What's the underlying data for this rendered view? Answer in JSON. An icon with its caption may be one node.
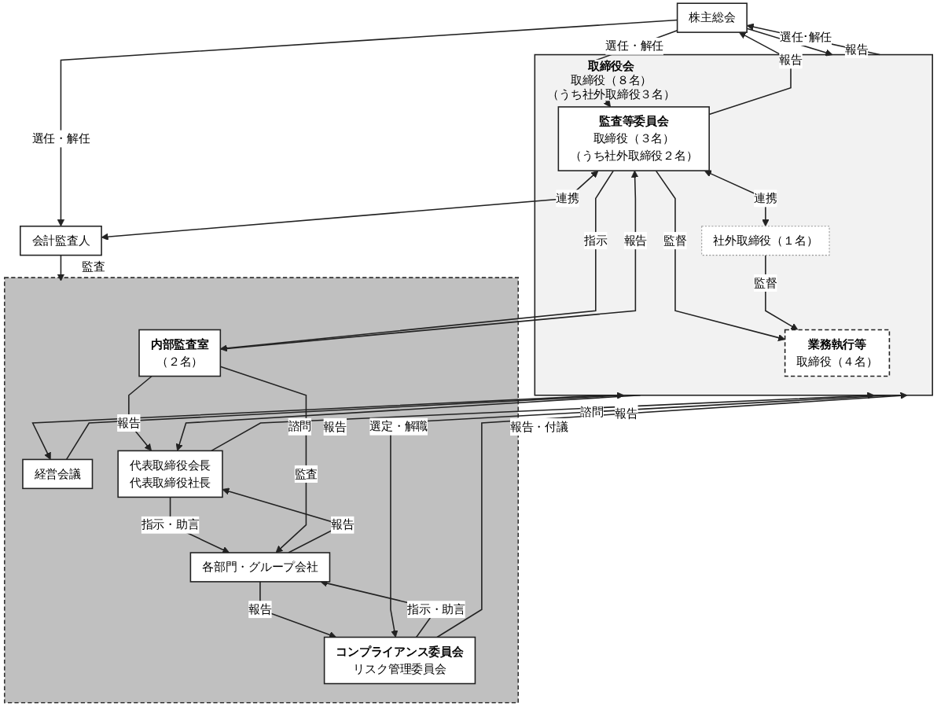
{
  "diagram": {
    "nodes": [
      {
        "text": [
          "株主総会"
        ]
      },
      {
        "text": [],
        "shape": "box"
      },
      {
        "text": [
          "取締役会",
          "取締役（８名）",
          "（うち社外取締役３名）"
        ]
      },
      {
        "text": [
          "業務執行等",
          "取締役（４名）"
        ],
        "in": 2
      },
      {
        "text": [
          "監査等委員会",
          "取締役（３名）",
          "（うち社外取締役２名）"
        ],
        "in": 2
      },
      {
        "text": [
          "会計監査人"
        ]
      },
      {
        "text": [
          "社外取締役（１名）"
        ],
        "in": 2
      },
      {
        "text": [
          "経営会議"
        ],
        "in": 1
      },
      {
        "text": [
          "代表取締役会長",
          "代表取締役社長"
        ],
        "in": 1
      },
      {
        "text": [
          "内部監査室",
          "（２名）"
        ],
        "in": 1
      },
      {
        "text": [
          "コンプライアンス委員会",
          "リスク管理委員会"
        ],
        "in": 1
      },
      {
        "text": [
          "各部門・グループ会社"
        ],
        "in": 1
      }
    ],
    "edges": [
      {
        "from": 0,
        "to": 2,
        "arrow": "to",
        "label": "選任･解任"
      },
      {
        "from": 2,
        "to": 0,
        "arrow": "to",
        "label": "報告"
      },
      {
        "from": 0,
        "to": 4,
        "arrow": "to",
        "label": "選任・解任"
      },
      {
        "from": 4,
        "to": 0,
        "arrow": "to",
        "label": "報告"
      },
      {
        "from": 0,
        "to": 5,
        "arrow": "to",
        "label": "選任・解任"
      },
      {
        "from": 4,
        "to": 3,
        "arrow": "to",
        "label": "監督"
      },
      {
        "from": 4,
        "to": 5,
        "arrow": "both",
        "label": "連携"
      },
      {
        "from": 4,
        "to": 9,
        "arrow": "to",
        "label": "指示"
      },
      {
        "from": 9,
        "to": 4,
        "arrow": "to",
        "label": "報告"
      },
      {
        "from": 4,
        "to": 6,
        "arrow": "both",
        "label": "連携"
      },
      {
        "from": 6,
        "to": 3,
        "arrow": "to",
        "label": "監督"
      },
      {
        "from": 2,
        "to": 7,
        "arrow": "to",
        "label": "諮問"
      },
      {
        "from": 7,
        "to": 2,
        "arrow": "to",
        "label": "報告"
      },
      {
        "from": 2,
        "to": 8,
        "arrow": "to",
        "label": "選定・解職"
      },
      {
        "from": 8,
        "to": 2,
        "arrow": "to",
        "label": "報告・付議"
      },
      {
        "from": 9,
        "to": 8,
        "arrow": "to",
        "label": "報告"
      },
      {
        "from": 5,
        "to": 1,
        "arrow": "to",
        "label": "監査"
      },
      {
        "from": 2,
        "to": 10,
        "arrow": "to",
        "label": "諮問"
      },
      {
        "from": 10,
        "to": 2,
        "arrow": "to",
        "label": "報告"
      },
      {
        "from": 8,
        "to": 11,
        "arrow": "to",
        "label": "指示・助言"
      },
      {
        "from": 11,
        "to": 8,
        "arrow": "to",
        "label": "報告"
      },
      {
        "from": 10,
        "to": 11,
        "arrow": "to",
        "label": "指示・助言"
      },
      {
        "from": 11,
        "to": 10,
        "arrow": "to",
        "label": "報告"
      },
      {
        "from": 9,
        "to": 11,
        "arrow": "to",
        "label": "監査"
      }
    ]
  }
}
